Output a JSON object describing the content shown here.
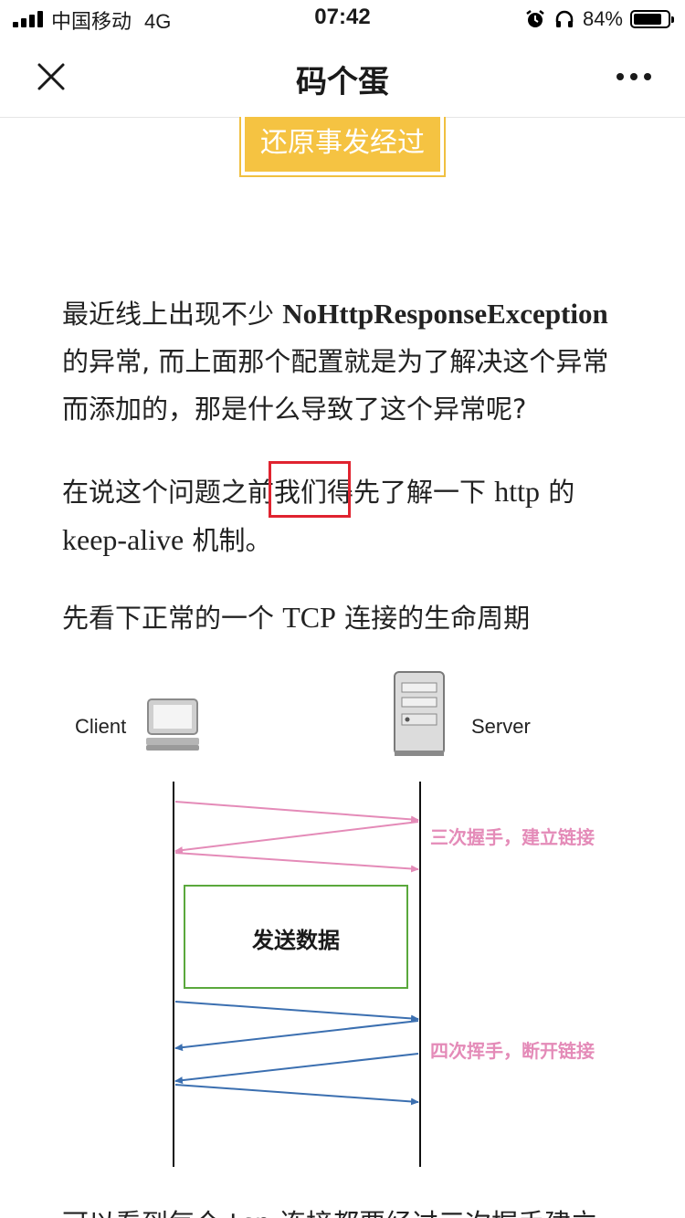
{
  "status_bar": {
    "carrier": "中国移动",
    "network": "4G",
    "time": "07:42",
    "battery_percent": "84%",
    "battery_level": 0.84
  },
  "nav": {
    "title": "码个蛋"
  },
  "section_heading": "还原事发经过",
  "paragraphs": {
    "p1": {
      "a": "最近线上出现不少 ",
      "term": "NoHttpResponseException",
      "b": "的异常, 而上面那个配置就是为了解决这个异常而添加的，那是什么导致了这个异常呢?"
    },
    "p2": {
      "a": "在说这个问题之前我们得先了解一下 ",
      "http": "http",
      "b": " 的",
      "keep_alive": "keep-alive",
      "c": " 机制。"
    },
    "p3": {
      "a": "先看下正常的一个 ",
      "tcp": "TCP",
      "b": " 连接的生命周期"
    },
    "p4_partial": "可以看到每个 tcp 连接都要经过三次握手建立"
  },
  "diagram": {
    "client_label": "Client",
    "server_label": "Server",
    "handshake_label": "三次握手，建立链接",
    "data_label": "发送数据",
    "teardown_label": "四次挥手，断开链接",
    "colors": {
      "handshake": "#e48bb8",
      "teardown": "#3b6fb0",
      "data_box": "#5aa83c",
      "highlight": "#e0232f",
      "heading_bg": "#f5c342"
    }
  }
}
